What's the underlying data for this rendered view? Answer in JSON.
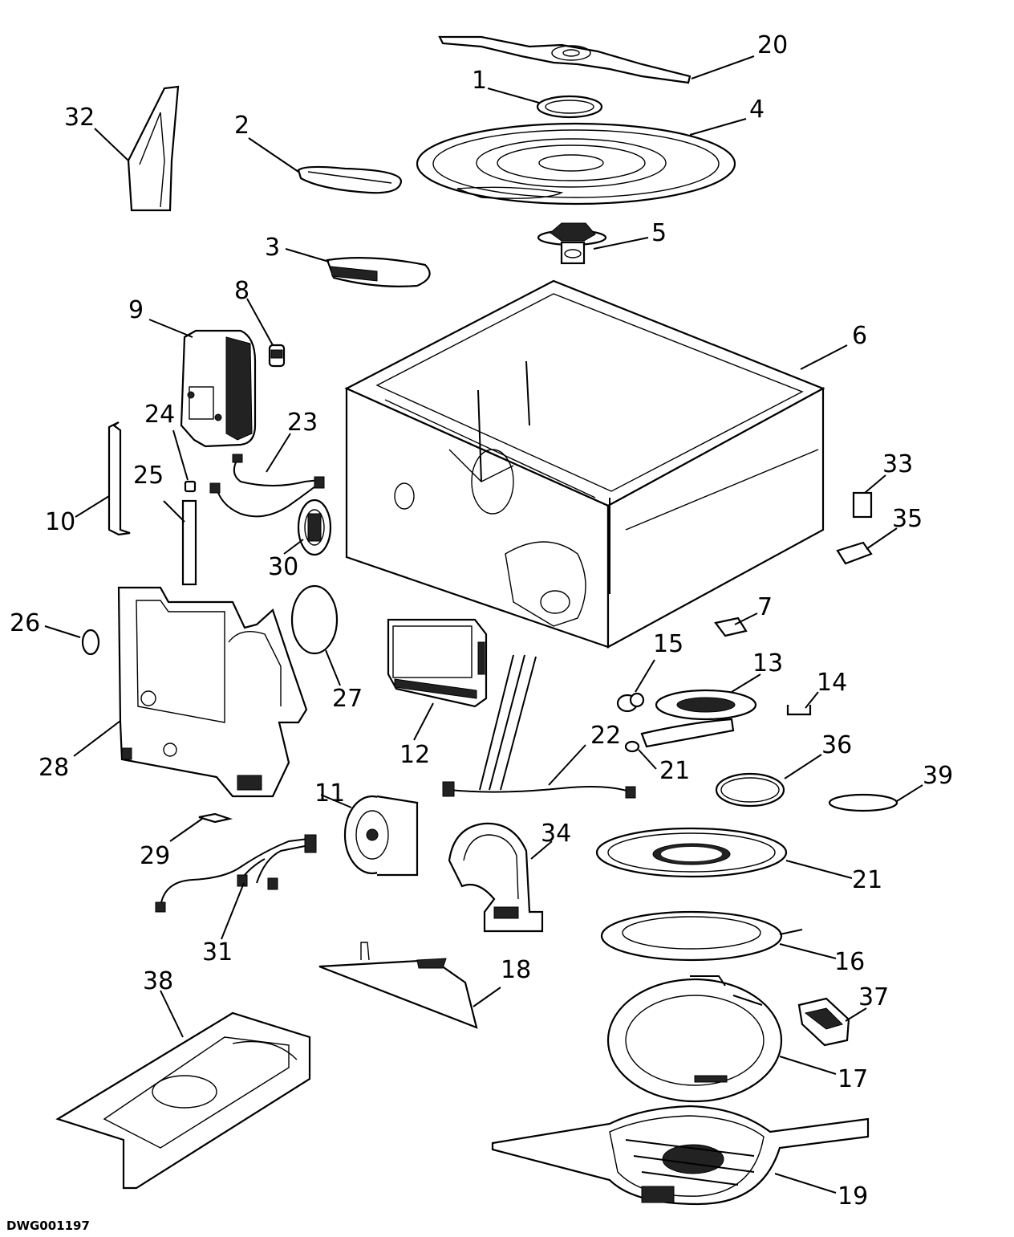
{
  "drawing_code": "DWG001197",
  "callouts": [
    {
      "id": "c20",
      "text": "20"
    },
    {
      "id": "c1",
      "text": "1"
    },
    {
      "id": "c4",
      "text": "4"
    },
    {
      "id": "c32",
      "text": "32"
    },
    {
      "id": "c2",
      "text": "2"
    },
    {
      "id": "c5",
      "text": "5"
    },
    {
      "id": "c3",
      "text": "3"
    },
    {
      "id": "c8",
      "text": "8"
    },
    {
      "id": "c9",
      "text": "9"
    },
    {
      "id": "c6",
      "text": "6"
    },
    {
      "id": "c24",
      "text": "24"
    },
    {
      "id": "c23",
      "text": "23"
    },
    {
      "id": "c33",
      "text": "33"
    },
    {
      "id": "c25",
      "text": "25"
    },
    {
      "id": "c35",
      "text": "35"
    },
    {
      "id": "c10",
      "text": "10"
    },
    {
      "id": "c30",
      "text": "30"
    },
    {
      "id": "c26",
      "text": "26"
    },
    {
      "id": "c7",
      "text": "7"
    },
    {
      "id": "c15",
      "text": "15"
    },
    {
      "id": "c13",
      "text": "13"
    },
    {
      "id": "c14",
      "text": "14"
    },
    {
      "id": "c27",
      "text": "27"
    },
    {
      "id": "c12",
      "text": "12"
    },
    {
      "id": "c28",
      "text": "28"
    },
    {
      "id": "c22",
      "text": "22"
    },
    {
      "id": "c36",
      "text": "36"
    },
    {
      "id": "c21a",
      "text": "21"
    },
    {
      "id": "c39",
      "text": "39"
    },
    {
      "id": "c11",
      "text": "11"
    },
    {
      "id": "c34",
      "text": "34"
    },
    {
      "id": "c29",
      "text": "29"
    },
    {
      "id": "c21b",
      "text": "21"
    },
    {
      "id": "c31",
      "text": "31"
    },
    {
      "id": "c16",
      "text": "16"
    },
    {
      "id": "c38",
      "text": "38"
    },
    {
      "id": "c18",
      "text": "18"
    },
    {
      "id": "c37",
      "text": "37"
    },
    {
      "id": "c17",
      "text": "17"
    },
    {
      "id": "c19",
      "text": "19"
    }
  ]
}
